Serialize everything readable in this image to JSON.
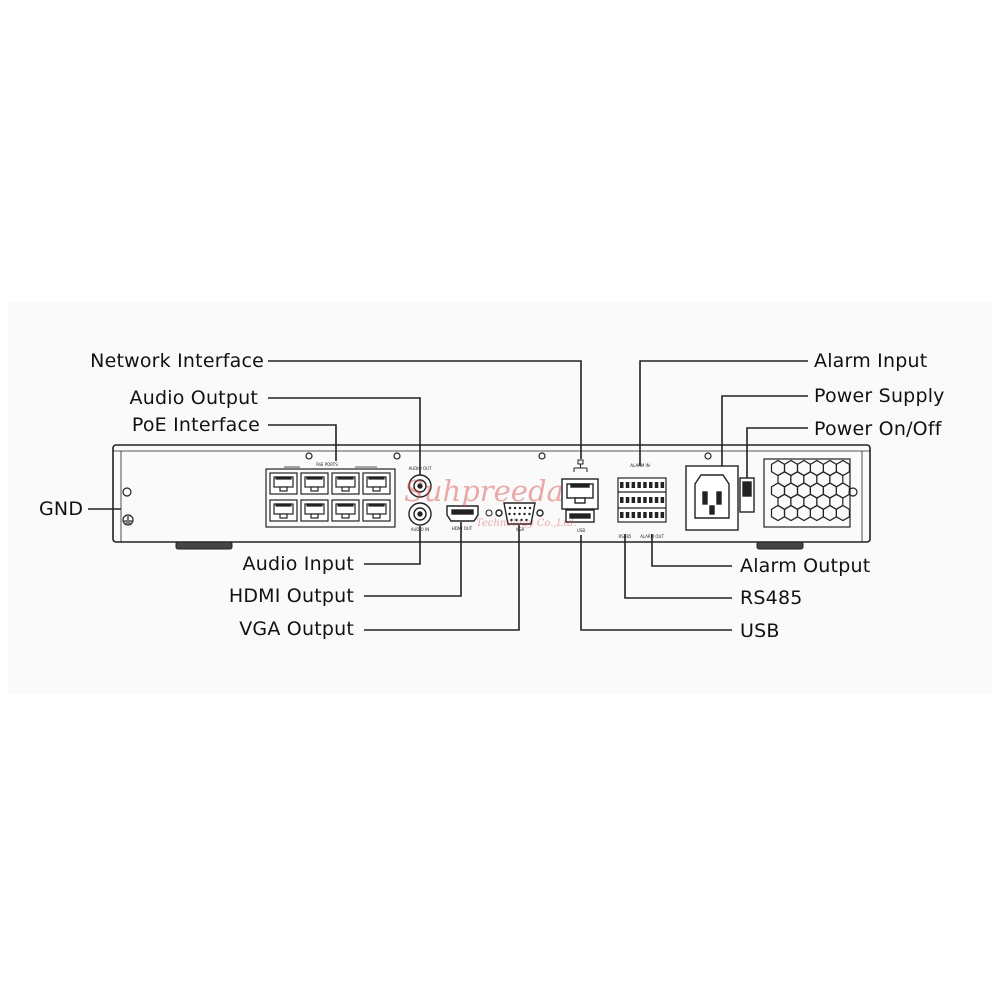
{
  "labels": {
    "network_interface": "Network Interface",
    "audio_output": "Audio Output",
    "poe_interface": "PoE Interface",
    "gnd": "GND",
    "audio_input": "Audio Input",
    "hdmi_output": "HDMI Output",
    "vga_output": "VGA Output",
    "alarm_input": "Alarm Input",
    "power_supply": "Power Supply",
    "power_onoff": "Power On/Off",
    "alarm_output": "Alarm Output",
    "rs485": "RS485",
    "usb": "USB"
  },
  "panel_text": {
    "poe_ports": "PoE PORTS",
    "audio_out": "AUDIO OUT",
    "audio_in": "AUDIO IN",
    "hdmi": "HDMI OUT",
    "vga": "VGA",
    "usb": "USB",
    "alarm_in": "ALARM IN",
    "alarm_out": "ALARM OUT",
    "rs485": "RS485"
  },
  "watermark": {
    "main": "Suhpreeda",
    "sub": "Technology Co.,Ltd."
  },
  "colors": {
    "line": "#222222",
    "panel_bg": "#fafafa",
    "watermark": "#d64646"
  }
}
